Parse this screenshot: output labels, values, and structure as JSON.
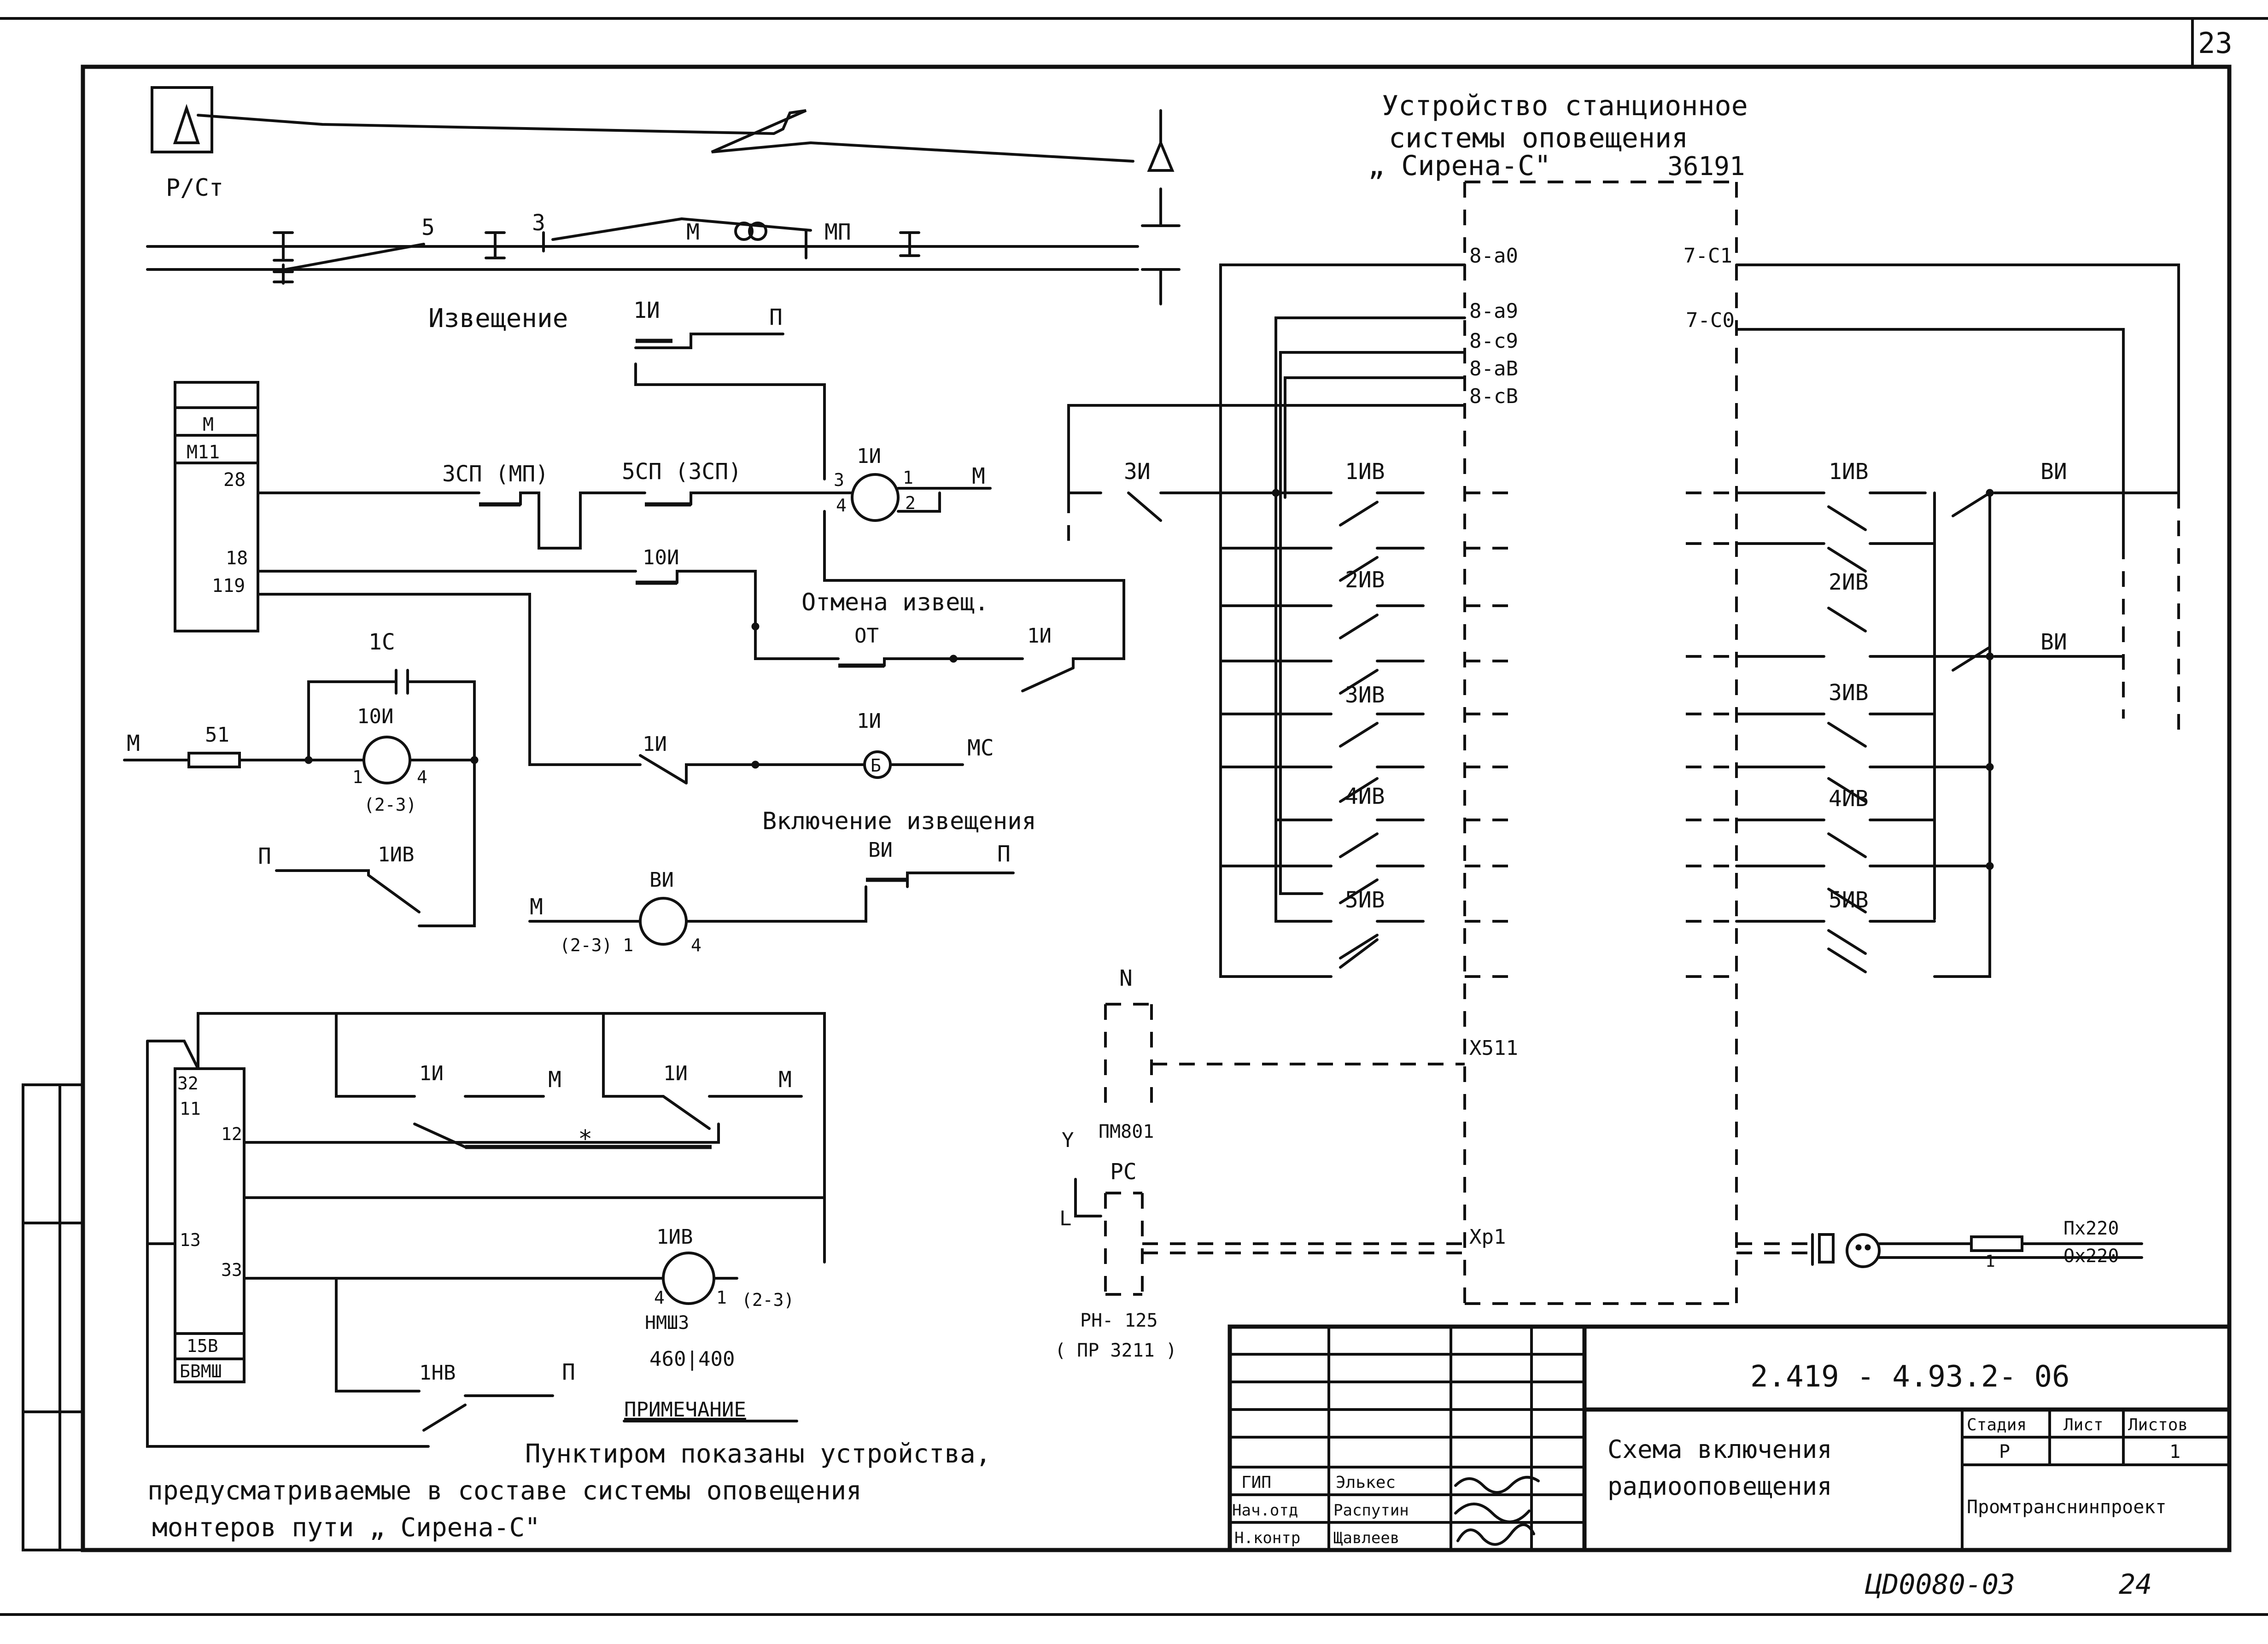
{
  "sheet": {
    "page_number": "23",
    "bottom_code": "ЦD0080-03",
    "bottom_page": "24"
  },
  "station_device": {
    "line1": "Устройство станционное",
    "line2": "системы оповещения",
    "line3": "„ Сирена-С\"",
    "code": "36191",
    "terminals_left": [
      "8-a0",
      "8-a9",
      "8-c9",
      "8-aB",
      "8-cB"
    ],
    "terminals_right": [
      "7-C1",
      "7-C0"
    ],
    "x_labels": [
      "X511",
      "Xp1"
    ]
  },
  "radio": {
    "station_label": "Р/Ст"
  },
  "track": {
    "labels": [
      "5",
      "3",
      "М",
      "МП"
    ]
  },
  "circuit": {
    "izv_title": "Извещение",
    "izv_1i": "1И",
    "izv_p": "П",
    "block_rows": [
      "М",
      "М11",
      "28",
      "18",
      "119"
    ],
    "sp3": "3СП (МП)",
    "sp5": "5СП (3СП)",
    "coil1_label": "1И",
    "coil1_pins": [
      "3",
      "4",
      "1",
      "2"
    ],
    "coil1_m": "М",
    "contact_10i": "10И",
    "otmena_title": "Отмена извещ.",
    "ot_label": "ОТ",
    "contact_1i_otm": "1И",
    "cap_label": "1С",
    "coil10_label": "10И",
    "coil10_pins": [
      "1",
      "4"
    ],
    "coil10_range": "(2-3)",
    "res_label": "51",
    "m_left": "М",
    "p_left": "П",
    "contact_1iv": "1ИВ",
    "contact_1i_mid": "1И",
    "lamp_label": "1И",
    "lamp_letter": "Б",
    "mc_label": "МС",
    "vkl_title": "Включение извещения",
    "vi_contact": "ВИ",
    "vi_p": "П",
    "coil_vi_label": "ВИ",
    "coil_vi_m": "М",
    "coil_vi_pins": "(2-3) 1",
    "coil_vi_pin4": "4"
  },
  "relays": {
    "left": [
      "1ИВ",
      "2ИВ",
      "3ИВ",
      "4ИВ",
      "5ИВ"
    ],
    "right": [
      "1ИВ",
      "2ИВ",
      "3ИВ",
      "4ИВ",
      "5ИВ"
    ],
    "zi": "ЗИ",
    "vi_top": "ВИ",
    "vi_bottom": "ВИ"
  },
  "periph": {
    "n_label": "N",
    "pm_label": "ПМ801",
    "y_label": "Y",
    "l_label": "L",
    "rs_label": "РС",
    "rn_label": "РН- 125",
    "pr_label": "( ПР 3211 )",
    "px_label": "Пх220",
    "ox_label": "Ох220",
    "one_label": "1"
  },
  "lower": {
    "block_rows": [
      "32",
      "11",
      "12",
      "13",
      "33"
    ],
    "block_bottom": [
      "15В",
      "БВМШ"
    ],
    "c1i_a": "1И",
    "m_a": "М",
    "c1i_b": "1И",
    "m_b": "М",
    "star": "*",
    "coil_label": "1ИВ",
    "coil_pins": [
      "4",
      "1"
    ],
    "coil_range": "(2-3)",
    "coil_type": "НМШ3",
    "coil_res": "460|400",
    "c1nv": "1НВ",
    "p_label": "П"
  },
  "note": {
    "heading": "ПРИМЕЧАНИЕ",
    "line1": "Пунктиром показаны устройства,",
    "line2": "предусматриваемые в составе системы оповещения",
    "line3": "монтеров пути „ Сирена-С\""
  },
  "title_block": {
    "doc_code": "2.419 - 4.93.2- 06",
    "drawing_title_1": "Схема включения",
    "drawing_title_2": "радиооповещения",
    "col_stage": "Стадия",
    "col_sheet": "Лист",
    "col_sheets": "Листов",
    "stage": "Р",
    "sheets": "1",
    "org": "Промтранснинпроект",
    "roles": [
      "ГИП",
      "Нач.отд",
      "Н.контр"
    ],
    "names": [
      "Элькес",
      "Распутин",
      "Щавлеев"
    ]
  }
}
